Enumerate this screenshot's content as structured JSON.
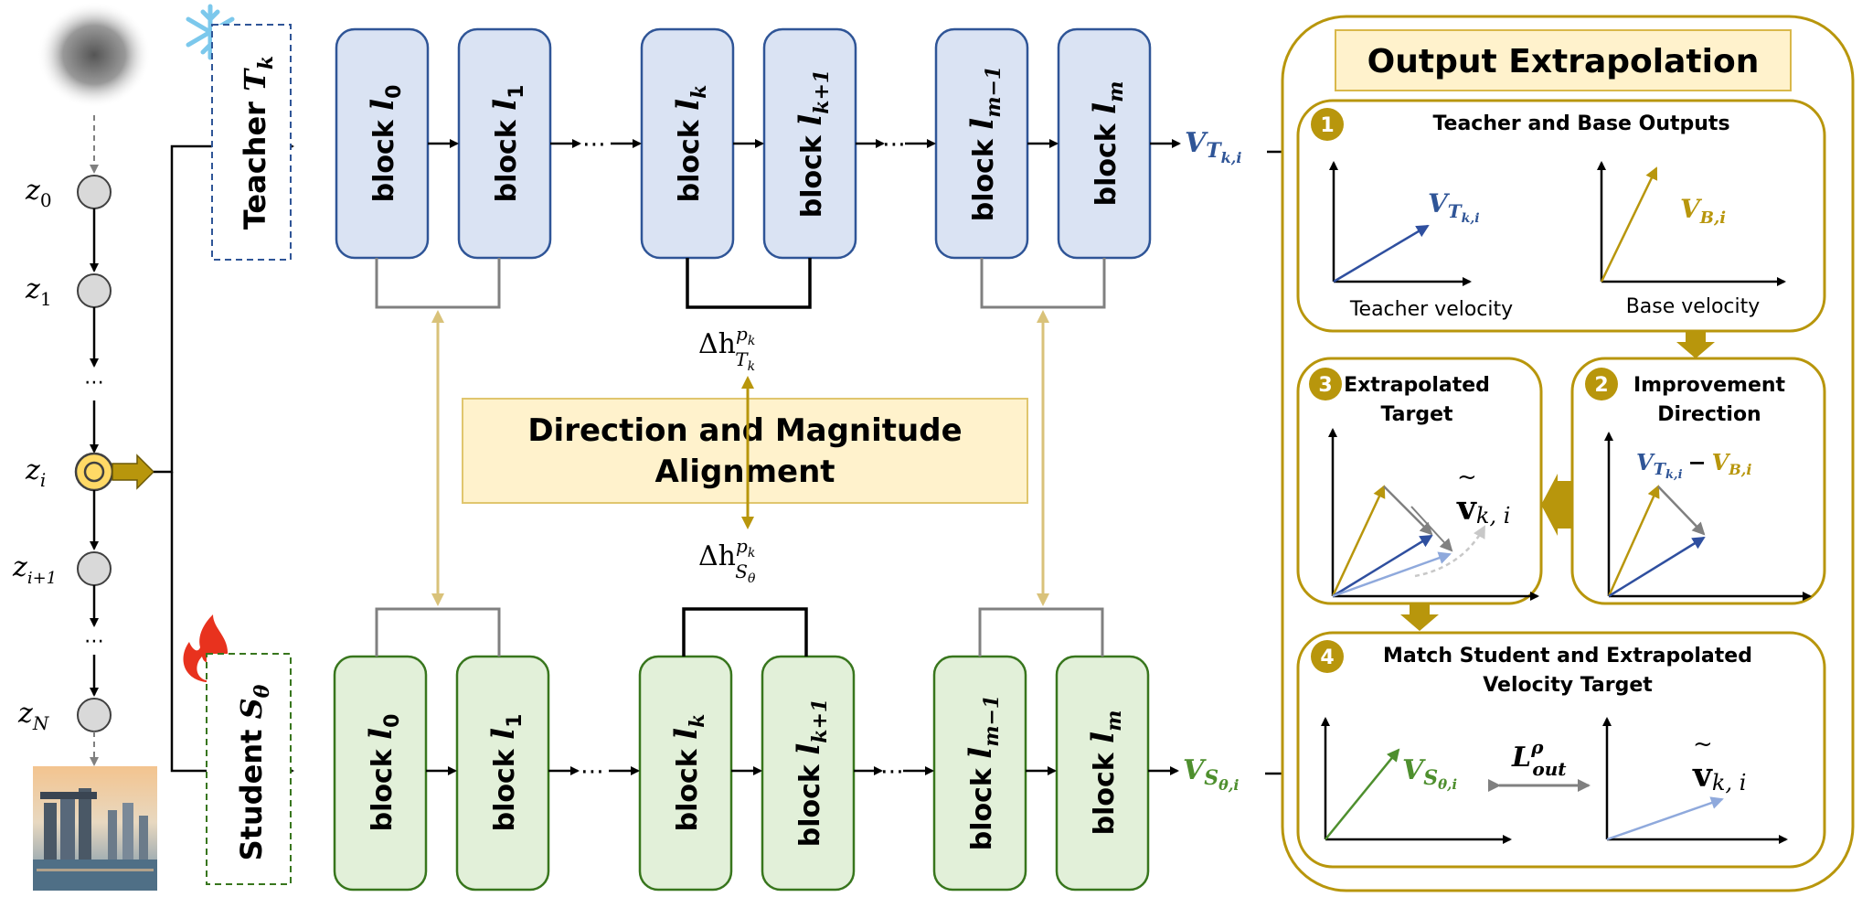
{
  "teacher": {
    "label": "Teacher",
    "symbol": "T",
    "sub": "k",
    "output_symbol": "V",
    "output_sub": "T",
    "output_subsub": "k,i",
    "blocks": [
      {
        "word": "block",
        "symbol": "l",
        "sub": "0"
      },
      {
        "word": "block",
        "symbol": "l",
        "sub": "1"
      },
      {
        "word": "block",
        "symbol": "l",
        "sub": "k"
      },
      {
        "word": "block",
        "symbol": "l",
        "sub": "k+1"
      },
      {
        "word": "block",
        "symbol": "l",
        "sub": "m−1"
      },
      {
        "word": "block",
        "symbol": "l",
        "sub": "m"
      }
    ]
  },
  "student": {
    "label": "Student",
    "symbol": "S",
    "sub": "θ",
    "output_symbol": "V",
    "output_sub": "S",
    "output_subsub": "θ,i",
    "blocks": [
      {
        "word": "block",
        "symbol": "l",
        "sub": "0"
      },
      {
        "word": "block",
        "symbol": "l",
        "sub": "1"
      },
      {
        "word": "block",
        "symbol": "l",
        "sub": "k"
      },
      {
        "word": "block",
        "symbol": "l",
        "sub": "k+1"
      },
      {
        "word": "block",
        "symbol": "l",
        "sub": "m−1"
      },
      {
        "word": "block",
        "symbol": "l",
        "sub": "m"
      }
    ]
  },
  "ellipsis": "⋯",
  "latents": {
    "z0": {
      "base": "z",
      "sub": "0"
    },
    "z1": {
      "base": "z",
      "sub": "1"
    },
    "zi": {
      "base": "z",
      "sub": "i"
    },
    "zi1": {
      "base": "z",
      "sub": "i+1"
    },
    "zN": {
      "base": "z",
      "sub": "N"
    },
    "dots": "⋯"
  },
  "alignment": {
    "line1": "Direction and Magnitude",
    "line2": "Alignment",
    "delta_teacher": {
      "base": "Δh",
      "sup": "p",
      "supsub": "k",
      "sub": "T",
      "subsub": "k"
    },
    "delta_student": {
      "base": "Δh",
      "sup": "p",
      "supsub": "k",
      "sub": "S",
      "subsub": "θ"
    }
  },
  "extrapolation": {
    "title": "Output Extrapolation",
    "step1": {
      "num": "1",
      "title": "Teacher and Base Outputs",
      "teacher_vec": {
        "base": "V",
        "sub": "T",
        "subsub": "k,i"
      },
      "teacher_caption": "Teacher velocity",
      "base_vec": {
        "base": "V",
        "sub": "B,i"
      },
      "base_caption": "Base velocity"
    },
    "step2": {
      "num": "2",
      "title_line1": "Improvement",
      "title_line2": "Direction",
      "expr_teacher": {
        "base": "V",
        "sub": "T",
        "subsub": "k,i"
      },
      "expr_minus": "−",
      "expr_base": {
        "base": "V",
        "sub": "B,i"
      }
    },
    "step3": {
      "num": "3",
      "title_line1": "Extrapolated",
      "title_line2": "Target",
      "target_vec": {
        "base": "v",
        "accent": "~",
        "sub": "k, i"
      }
    },
    "step4": {
      "num": "4",
      "title_line1": "Match Student and Extrapolated",
      "title_line2": "Velocity Target",
      "student_vec": {
        "base": "V",
        "sub": "S",
        "subsub": "θ,i"
      },
      "loss": {
        "base": "L",
        "sup": "ρ",
        "sub": "out"
      },
      "target_vec": {
        "base": "v",
        "accent": "~",
        "sub": "k, i"
      }
    }
  },
  "colors": {
    "teacher_fill": "#dae3f3",
    "teacher_stroke": "#2f5597",
    "student_fill": "#e2f0d9",
    "student_stroke": "#38761d",
    "gold": "#b8960c",
    "gold_fill": "#fff2cc",
    "teacher_vec": "#2f4f9f",
    "student_vec": "#4e8f2e",
    "light_vec": "#8fa9dc",
    "grey": "#808080"
  }
}
